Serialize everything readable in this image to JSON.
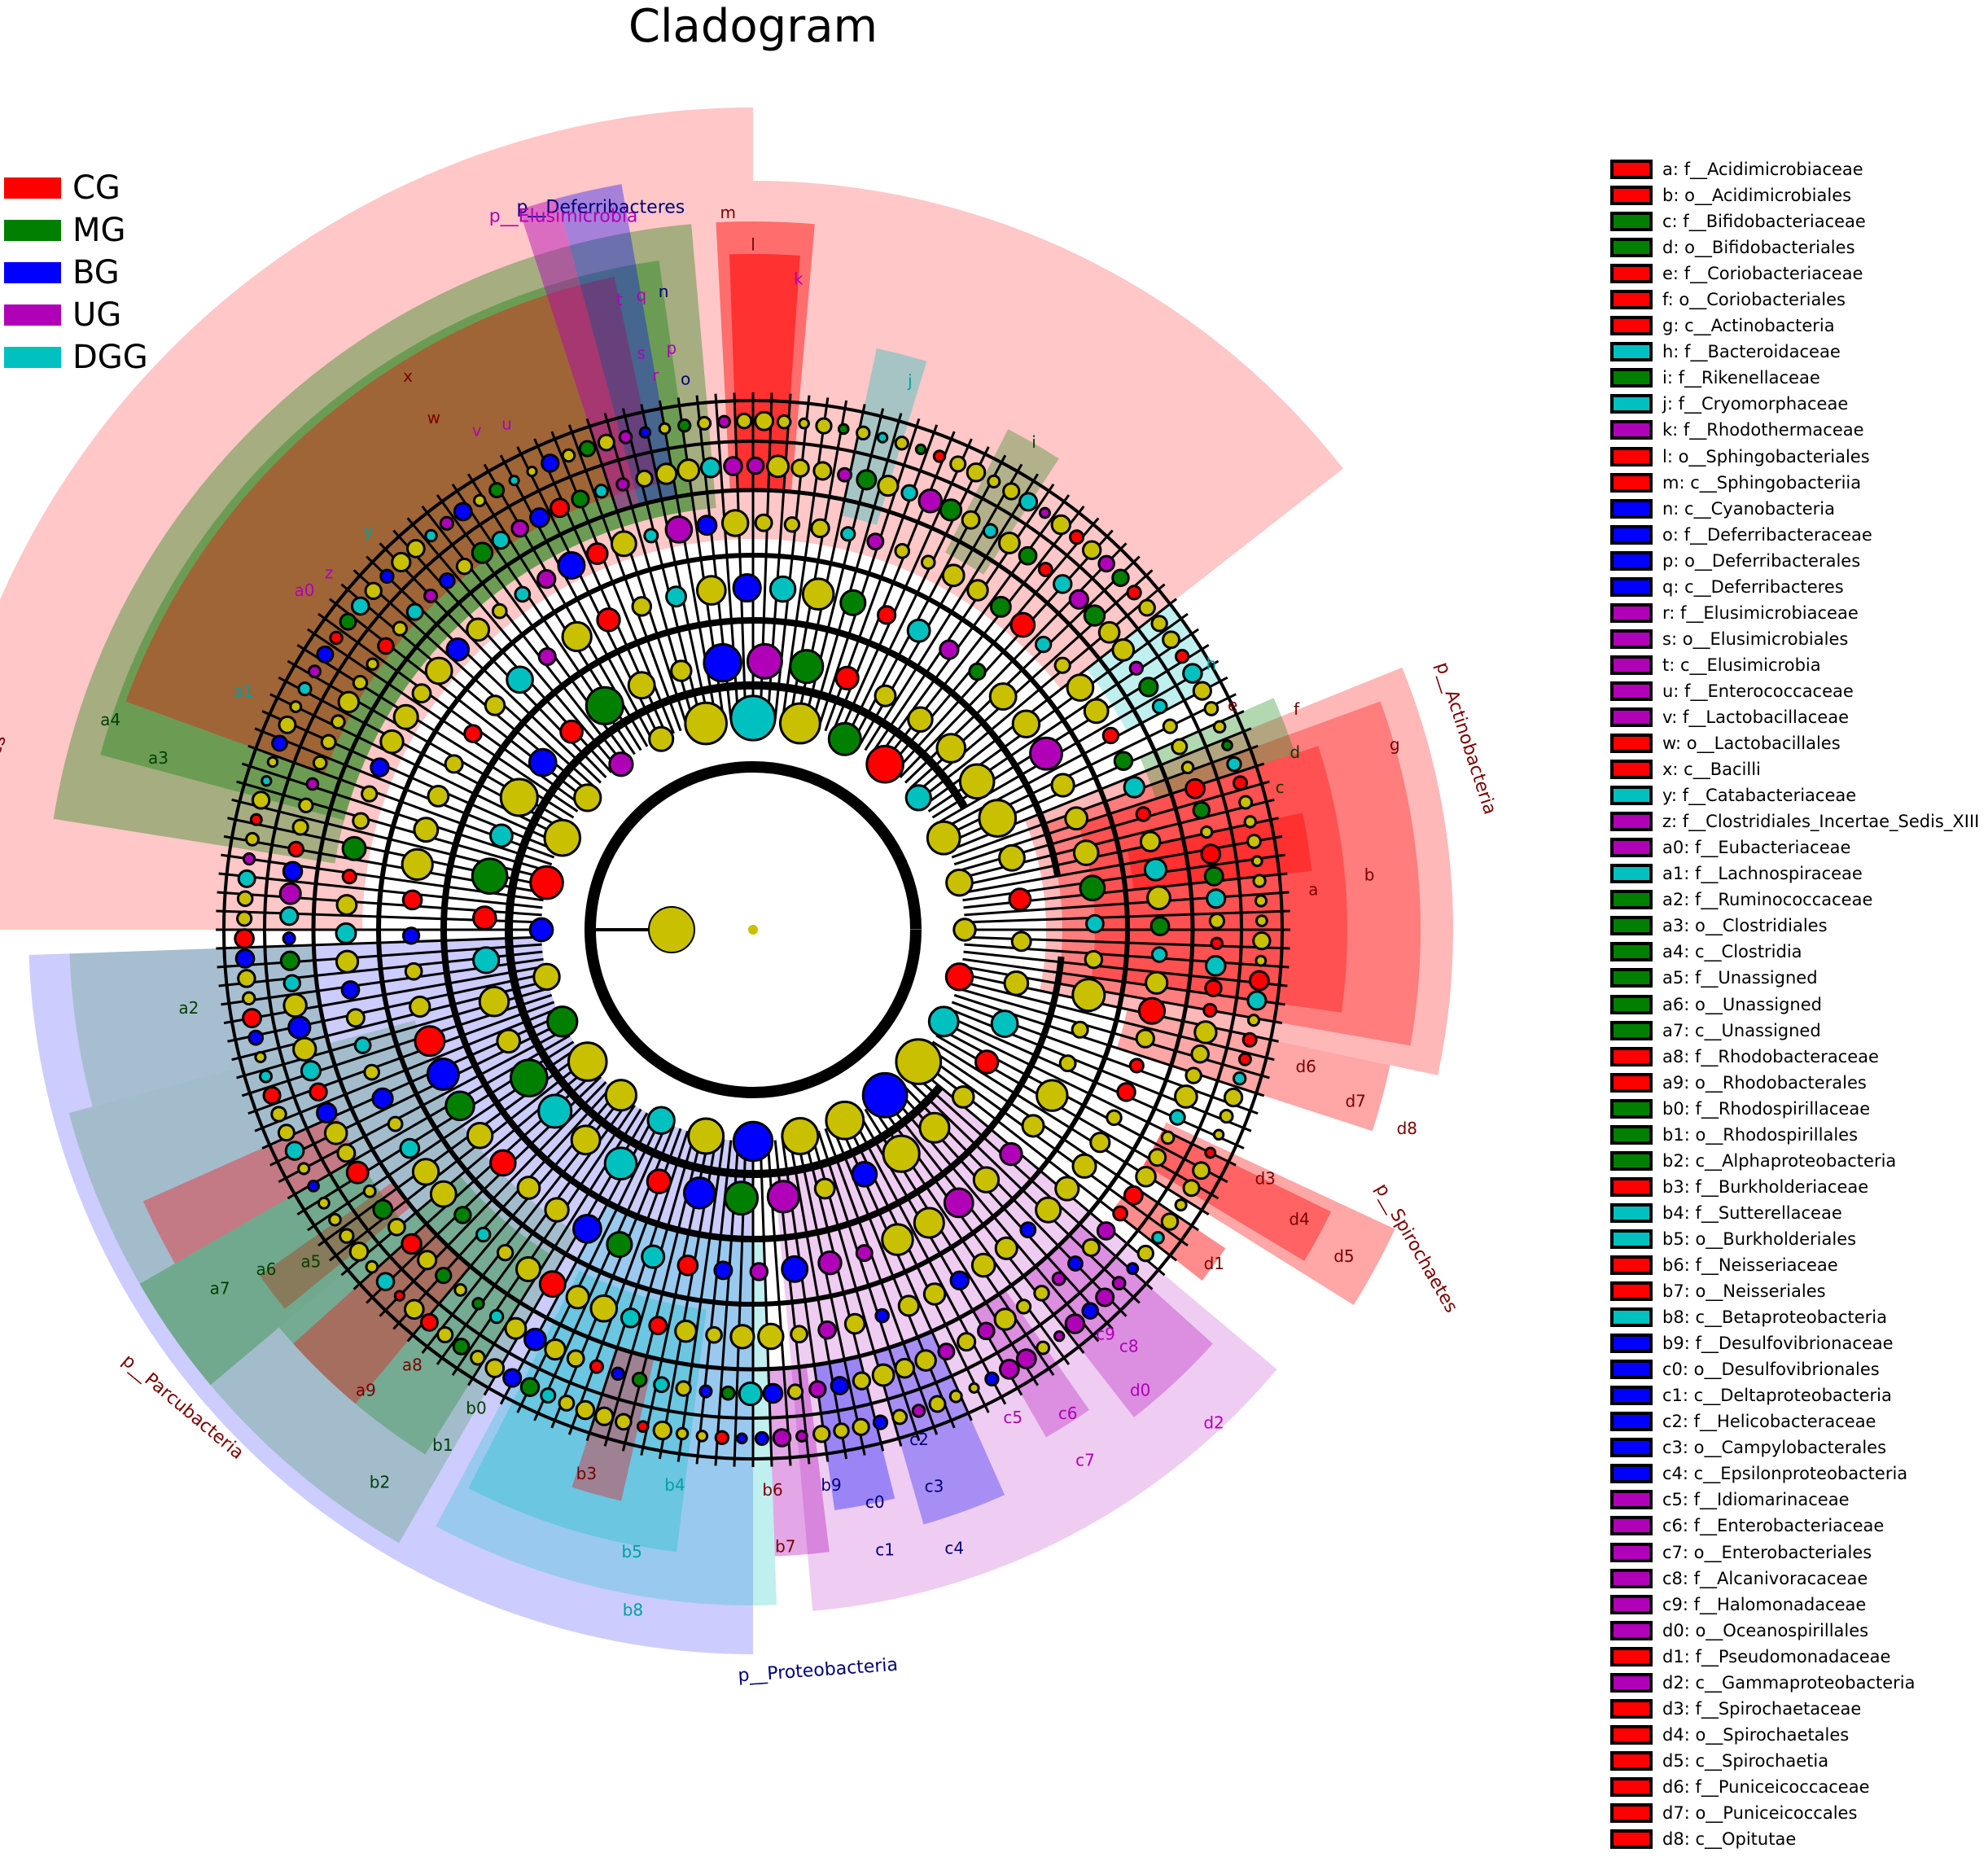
{
  "title": "Cladogram",
  "colors": {
    "CG": "#ff0000",
    "MG": "#007f00",
    "BG": "#0000ff",
    "UG": "#b000b8",
    "DGG": "#00c0c0",
    "node_default": "#c8c000"
  },
  "groups": [
    {
      "name": "CG",
      "color": "#ff0000"
    },
    {
      "name": "MG",
      "color": "#007f00"
    },
    {
      "name": "BG",
      "color": "#0000ff"
    },
    {
      "name": "UG",
      "color": "#b000b8"
    },
    {
      "name": "DGG",
      "color": "#00c0c0"
    }
  ],
  "phylum_labels": [
    {
      "text": "p__Firmicutes",
      "color": "#7b0000"
    },
    {
      "text": "p__Actinobacteria",
      "color": "#7b0000"
    },
    {
      "text": "p__Spirochaetes",
      "color": "#7b0000"
    },
    {
      "text": "p__Proteobacteria",
      "color": "#00007b"
    },
    {
      "text": "p__Parcubacteria",
      "color": "#7b0000"
    },
    {
      "text": "p__Deferribacteres",
      "color": "#00007b"
    },
    {
      "text": "p__Elusimicrobia",
      "color": "#b000b8"
    }
  ],
  "taxa": [
    {
      "key": "a",
      "text": "a: f__Acidimicrobiaceae",
      "group": "CG"
    },
    {
      "key": "b",
      "text": "b: o__Acidimicrobiales",
      "group": "CG"
    },
    {
      "key": "c",
      "text": "c: f__Bifidobacteriaceae",
      "group": "MG"
    },
    {
      "key": "d",
      "text": "d: o__Bifidobacteriales",
      "group": "MG"
    },
    {
      "key": "e",
      "text": "e: f__Coriobacteriaceae",
      "group": "CG"
    },
    {
      "key": "f",
      "text": "f: o__Coriobacteriales",
      "group": "CG"
    },
    {
      "key": "g",
      "text": "g: c__Actinobacteria",
      "group": "CG"
    },
    {
      "key": "h",
      "text": "h: f__Bacteroidaceae",
      "group": "DGG"
    },
    {
      "key": "i",
      "text": "i: f__Rikenellaceae",
      "group": "MG"
    },
    {
      "key": "j",
      "text": "j: f__Cryomorphaceae",
      "group": "DGG"
    },
    {
      "key": "k",
      "text": "k: f__Rhodothermaceae",
      "group": "UG"
    },
    {
      "key": "l",
      "text": "l: o__Sphingobacteriales",
      "group": "CG"
    },
    {
      "key": "m",
      "text": "m: c__Sphingobacteriia",
      "group": "CG"
    },
    {
      "key": "n",
      "text": "n: c__Cyanobacteria",
      "group": "BG"
    },
    {
      "key": "o",
      "text": "o: f__Deferribacteraceae",
      "group": "BG"
    },
    {
      "key": "p",
      "text": "p: o__Deferribacterales",
      "group": "BG"
    },
    {
      "key": "q",
      "text": "q: c__Deferribacteres",
      "group": "BG"
    },
    {
      "key": "r",
      "text": "r: f__Elusimicrobiaceae",
      "group": "UG"
    },
    {
      "key": "s",
      "text": "s: o__Elusimicrobiales",
      "group": "UG"
    },
    {
      "key": "t",
      "text": "t: c__Elusimicrobia",
      "group": "UG"
    },
    {
      "key": "u",
      "text": "u: f__Enterococcaceae",
      "group": "UG"
    },
    {
      "key": "v",
      "text": "v: f__Lactobacillaceae",
      "group": "UG"
    },
    {
      "key": "w",
      "text": "w: o__Lactobacillales",
      "group": "CG"
    },
    {
      "key": "x",
      "text": "x: c__Bacilli",
      "group": "CG"
    },
    {
      "key": "y",
      "text": "y: f__Catabacteriaceae",
      "group": "DGG"
    },
    {
      "key": "z",
      "text": "z: f__Clostridiales_Incertae_Sedis_XIII",
      "group": "UG"
    },
    {
      "key": "a0",
      "text": "a0: f__Eubacteriaceae",
      "group": "UG"
    },
    {
      "key": "a1",
      "text": "a1: f__Lachnospiraceae",
      "group": "DGG"
    },
    {
      "key": "a2",
      "text": "a2: f__Ruminococcaceae",
      "group": "MG"
    },
    {
      "key": "a3",
      "text": "a3: o__Clostridiales",
      "group": "MG"
    },
    {
      "key": "a4",
      "text": "a4: c__Clostridia",
      "group": "MG"
    },
    {
      "key": "a5",
      "text": "a5: f__Unassigned",
      "group": "MG"
    },
    {
      "key": "a6",
      "text": "a6: o__Unassigned",
      "group": "MG"
    },
    {
      "key": "a7",
      "text": "a7: c__Unassigned",
      "group": "MG"
    },
    {
      "key": "a8",
      "text": "a8: f__Rhodobacteraceae",
      "group": "CG"
    },
    {
      "key": "a9",
      "text": "a9: o__Rhodobacterales",
      "group": "CG"
    },
    {
      "key": "b0",
      "text": "b0: f__Rhodospirillaceae",
      "group": "MG"
    },
    {
      "key": "b1",
      "text": "b1: o__Rhodospirillales",
      "group": "MG"
    },
    {
      "key": "b2",
      "text": "b2: c__Alphaproteobacteria",
      "group": "MG"
    },
    {
      "key": "b3",
      "text": "b3: f__Burkholderiaceae",
      "group": "CG"
    },
    {
      "key": "b4",
      "text": "b4: f__Sutterellaceae",
      "group": "DGG"
    },
    {
      "key": "b5",
      "text": "b5: o__Burkholderiales",
      "group": "DGG"
    },
    {
      "key": "b6",
      "text": "b6: f__Neisseriaceae",
      "group": "CG"
    },
    {
      "key": "b7",
      "text": "b7: o__Neisseriales",
      "group": "CG"
    },
    {
      "key": "b8",
      "text": "b8: c__Betaproteobacteria",
      "group": "DGG"
    },
    {
      "key": "b9",
      "text": "b9: f__Desulfovibrionaceae",
      "group": "BG"
    },
    {
      "key": "c0",
      "text": "c0: o__Desulfovibrionales",
      "group": "BG"
    },
    {
      "key": "c1",
      "text": "c1: c__Deltaproteobacteria",
      "group": "BG"
    },
    {
      "key": "c2",
      "text": "c2: f__Helicobacteraceae",
      "group": "BG"
    },
    {
      "key": "c3",
      "text": "c3: o__Campylobacterales",
      "group": "BG"
    },
    {
      "key": "c4",
      "text": "c4: c__Epsilonproteobacteria",
      "group": "BG"
    },
    {
      "key": "c5",
      "text": "c5: f__Idiomarinaceae",
      "group": "UG"
    },
    {
      "key": "c6",
      "text": "c6: f__Enterobacteriaceae",
      "group": "UG"
    },
    {
      "key": "c7",
      "text": "c7: o__Enterobacteriales",
      "group": "UG"
    },
    {
      "key": "c8",
      "text": "c8: f__Alcanivoracaceae",
      "group": "UG"
    },
    {
      "key": "c9",
      "text": "c9: f__Halomonadaceae",
      "group": "UG"
    },
    {
      "key": "d0",
      "text": "d0: o__Oceanospirillales",
      "group": "UG"
    },
    {
      "key": "d1",
      "text": "d1: f__Pseudomonadaceae",
      "group": "CG"
    },
    {
      "key": "d2",
      "text": "d2: c__Gammaproteobacteria",
      "group": "UG"
    },
    {
      "key": "d3",
      "text": "d3: f__Spirochaetaceae",
      "group": "CG"
    },
    {
      "key": "d4",
      "text": "d4: o__Spirochaetales",
      "group": "CG"
    },
    {
      "key": "d5",
      "text": "d5: c__Spirochaetia",
      "group": "CG"
    },
    {
      "key": "d6",
      "text": "d6: f__Puniceicoccaceae",
      "group": "CG"
    },
    {
      "key": "d7",
      "text": "d7: o__Puniceicoccales",
      "group": "CG"
    },
    {
      "key": "d8",
      "text": "d8: c__Opitutae",
      "group": "CG"
    }
  ]
}
